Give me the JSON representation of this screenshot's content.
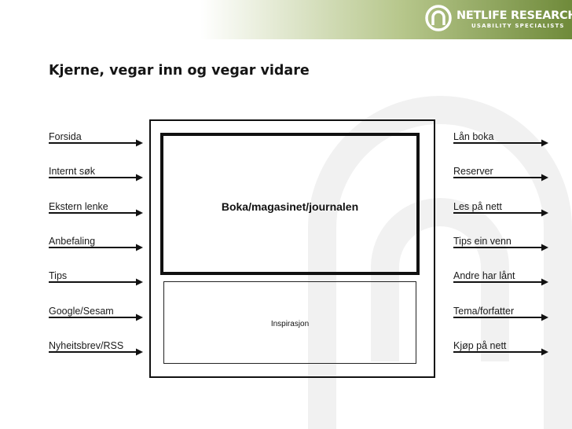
{
  "header": {
    "logo_title": "NETLIFE RESEARCH",
    "logo_subtitle": "USABILITY SPECIALISTS",
    "logo_icon": "netlife-spiral-logo-icon",
    "gradient_colors": [
      "#ffffff",
      "#b7c78c",
      "#6f8a3a"
    ]
  },
  "slide": {
    "title": "Kjerne, vegar inn og vegar vidare"
  },
  "diagram": {
    "core_label": "Boka/magasinet/journalen",
    "inspiration_label": "Inspirasjon",
    "ways_in": [
      "Forsida",
      "Internt søk",
      "Ekstern lenke",
      "Anbefaling",
      "Tips",
      "Google/Sesam",
      "Nyheitsbrev/RSS"
    ],
    "ways_out": [
      "Lån boka",
      "Reserver",
      "Les på nett",
      "Tips ein venn",
      "Andre har lånt",
      "Tema/forfatter",
      "Kjøp på nett"
    ],
    "arrow_color": "#111111"
  }
}
